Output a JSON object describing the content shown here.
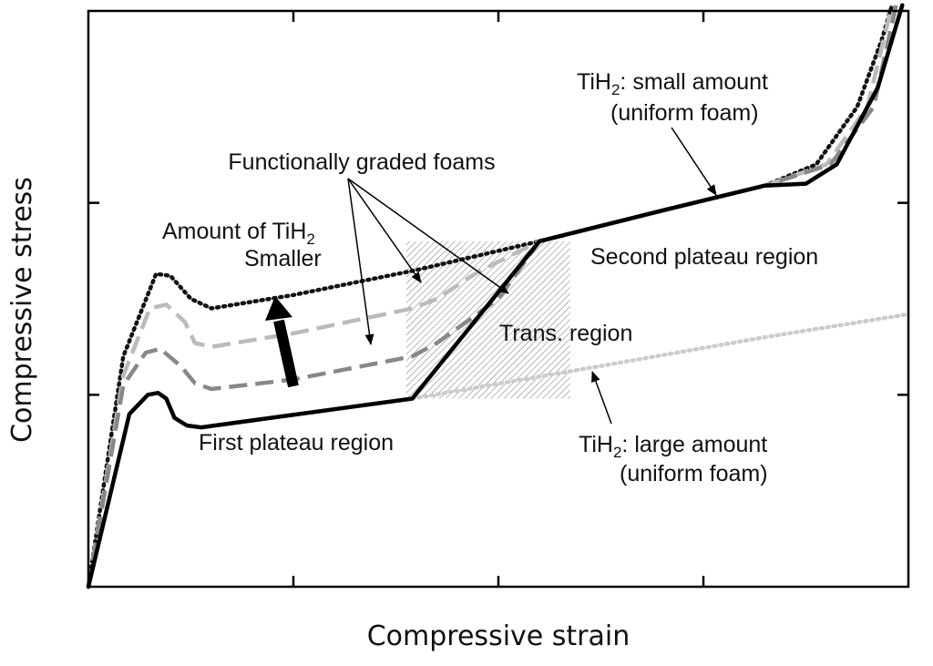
{
  "chart_data": {
    "type": "line",
    "title": "",
    "xlabel": "Compressive strain",
    "ylabel": "Compressive stress",
    "xlim": [
      0,
      4
    ],
    "ylim": [
      0,
      3
    ],
    "x_ticks": [
      1,
      2,
      3
    ],
    "y_ticks": [
      1,
      2
    ],
    "grid": false,
    "legend": "none",
    "series": [
      {
        "key": "small",
        "style": "dotted",
        "color": "#111111",
        "points": [
          [
            0,
            0
          ],
          [
            0.17,
            1.2
          ],
          [
            0.33,
            1.63
          ],
          [
            0.4,
            1.62
          ],
          [
            0.5,
            1.5
          ],
          [
            0.6,
            1.45
          ],
          [
            1.0,
            1.52
          ],
          [
            1.6,
            1.65
          ],
          [
            2.2,
            1.8
          ],
          [
            2.8,
            1.96
          ],
          [
            3.3,
            2.09
          ],
          [
            3.55,
            2.2
          ],
          [
            3.75,
            2.5
          ],
          [
            3.87,
            2.85
          ],
          [
            3.92,
            3.03
          ]
        ]
      },
      {
        "key": "graded-light",
        "style": "dashed",
        "color": "#bbbbbb",
        "points": [
          [
            0,
            0
          ],
          [
            0.17,
            1.1
          ],
          [
            0.3,
            1.45
          ],
          [
            0.38,
            1.47
          ],
          [
            0.47,
            1.38
          ],
          [
            0.52,
            1.27
          ],
          [
            0.6,
            1.25
          ],
          [
            1.0,
            1.32
          ],
          [
            1.58,
            1.45
          ],
          [
            1.7,
            1.5
          ],
          [
            1.9,
            1.64
          ],
          [
            2.2,
            1.8
          ],
          [
            2.8,
            1.96
          ],
          [
            3.3,
            2.09
          ],
          [
            3.6,
            2.2
          ],
          [
            3.8,
            2.5
          ],
          [
            3.92,
            3.03
          ]
        ]
      },
      {
        "key": "graded-dark",
        "style": "dashed",
        "color": "#888888",
        "points": [
          [
            0,
            0
          ],
          [
            0.17,
            1.05
          ],
          [
            0.28,
            1.22
          ],
          [
            0.35,
            1.24
          ],
          [
            0.45,
            1.15
          ],
          [
            0.52,
            1.06
          ],
          [
            0.6,
            1.03
          ],
          [
            1.0,
            1.08
          ],
          [
            1.58,
            1.2
          ],
          [
            1.7,
            1.27
          ],
          [
            2.0,
            1.5
          ],
          [
            2.2,
            1.8
          ],
          [
            2.8,
            1.96
          ],
          [
            3.3,
            2.09
          ],
          [
            3.62,
            2.2
          ],
          [
            3.83,
            2.5
          ],
          [
            3.94,
            3.03
          ]
        ]
      },
      {
        "key": "functionally-graded",
        "style": "solid",
        "color": "#000000",
        "points": [
          [
            0,
            0
          ],
          [
            0.2,
            0.9
          ],
          [
            0.29,
            1.0
          ],
          [
            0.34,
            1.01
          ],
          [
            0.38,
            0.98
          ],
          [
            0.42,
            0.88
          ],
          [
            0.48,
            0.84
          ],
          [
            0.55,
            0.83
          ],
          [
            1.58,
            0.98
          ],
          [
            2.2,
            1.8
          ],
          [
            2.8,
            1.96
          ],
          [
            3.3,
            2.09
          ],
          [
            3.5,
            2.1
          ],
          [
            3.65,
            2.2
          ],
          [
            3.85,
            2.6
          ],
          [
            3.97,
            3.03
          ]
        ]
      },
      {
        "key": "large",
        "style": "dotted",
        "color": "#cccccc",
        "points": [
          [
            1.58,
            0.98
          ],
          [
            2.5,
            1.15
          ],
          [
            3.3,
            1.3
          ],
          [
            4.0,
            1.42
          ]
        ]
      }
    ],
    "shaded_region": {
      "x": [
        1.55,
        2.35
      ],
      "y": [
        0.98,
        1.8
      ],
      "label": "Trans. region"
    },
    "annotations": {
      "graded_foams": "Functionally graded foams",
      "amount_line1": "Amount of TiH",
      "amount_sub": "2",
      "amount_line2": "Smaller",
      "small_line1_a": "TiH",
      "small_line1_sub": "2",
      "small_line1_b": ": small amount",
      "small_line2": "(uniform foam)",
      "large_line1_a": "TiH",
      "large_line1_sub": "2",
      "large_line1_b": ": large amount",
      "large_line2": "(uniform foam)",
      "second_plateau": "Second plateau region",
      "first_plateau": "First plateau region",
      "transition": "Trans. region"
    }
  }
}
